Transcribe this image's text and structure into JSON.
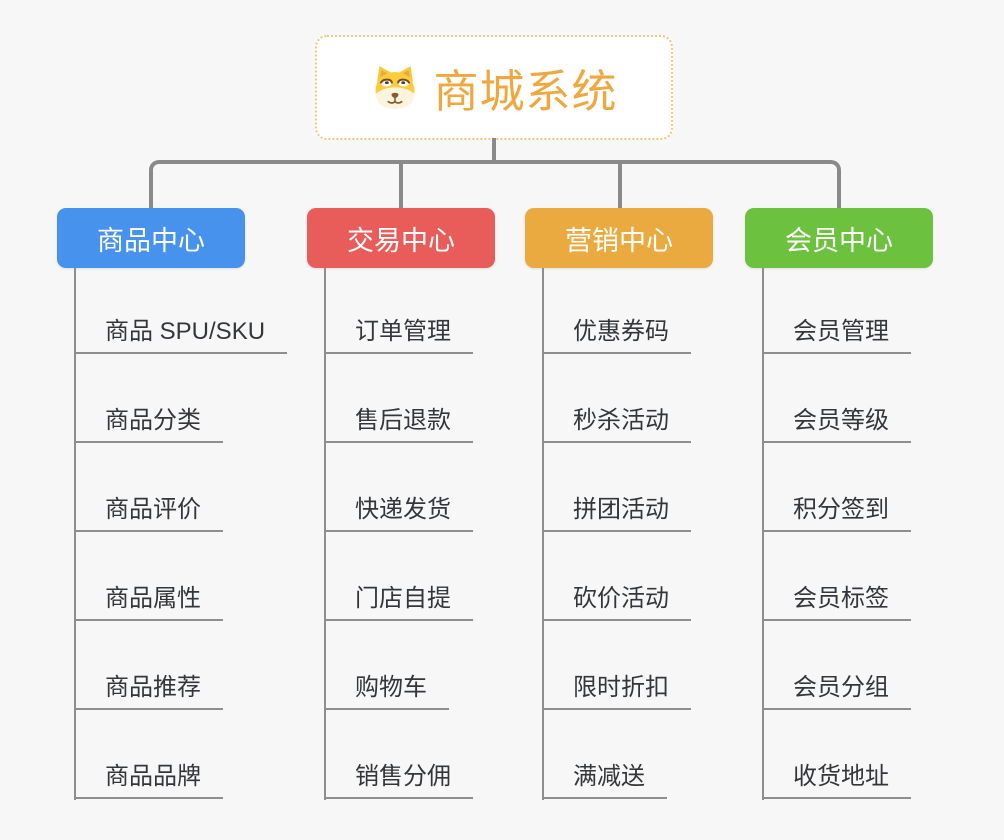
{
  "root": {
    "title": "商城系统",
    "icon": "shiba-dog-face-icon",
    "title_color": "#f0a73e",
    "border_color": "#f3c77b"
  },
  "connector_color": "#8a8a8a",
  "branches": [
    {
      "label": "商品中心",
      "color": "#4792ec",
      "items": [
        "商品 SPU/SKU",
        "商品分类",
        "商品评价",
        "商品属性",
        "商品推荐",
        "商品品牌"
      ]
    },
    {
      "label": "交易中心",
      "color": "#e85d5a",
      "items": [
        "订单管理",
        "售后退款",
        "快递发货",
        "门店自提",
        "购物车",
        "销售分佣"
      ]
    },
    {
      "label": "营销中心",
      "color": "#ebaa40",
      "items": [
        "优惠券码",
        "秒杀活动",
        "拼团活动",
        "砍价活动",
        "限时折扣",
        "满减送"
      ]
    },
    {
      "label": "会员中心",
      "color": "#6cc13e",
      "items": [
        "会员管理",
        "会员等级",
        "积分签到",
        "会员标签",
        "会员分组",
        "收货地址"
      ]
    }
  ]
}
